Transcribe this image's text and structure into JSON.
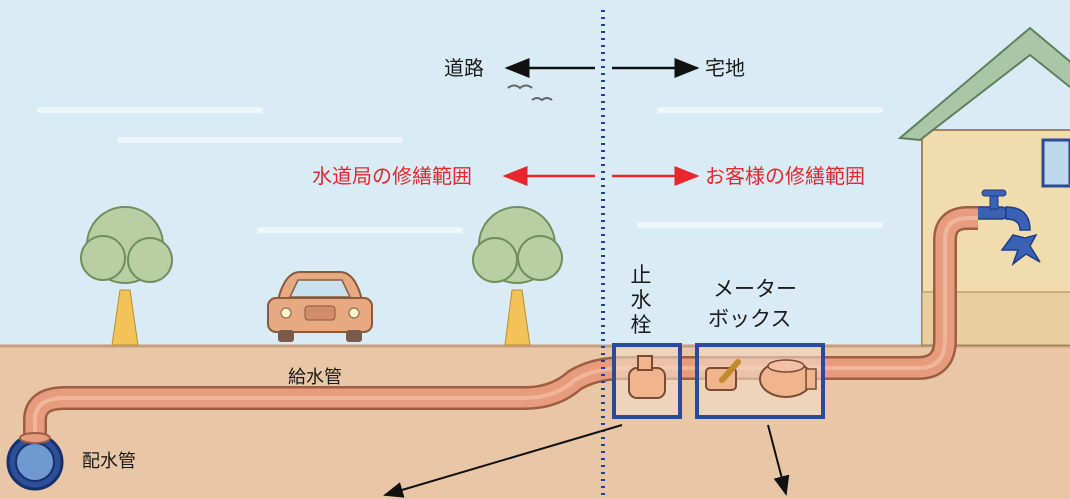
{
  "labels": {
    "road": "道路",
    "private_lot": "宅地",
    "bureau_scope": "水道局の修繕範囲",
    "customer_scope": "お客様の修繕範囲",
    "stopcock": "止水栓",
    "meter_box_line1": "メーター",
    "meter_box_line2": "ボックス",
    "supply_pipe": "給水管",
    "main_pipe": "配水管"
  },
  "colors": {
    "sky": "#d9ecf6",
    "ground": "#e9c7a6",
    "pipe": "#e79c7d",
    "boundary_line": "#1f3ea8",
    "red_text": "#e8262b",
    "tree": "#b8cfa4",
    "trunk": "#f3c35a",
    "house": "#f1dcae",
    "roof": "#a9c6a7",
    "box_outline": "#2b4a9e"
  }
}
